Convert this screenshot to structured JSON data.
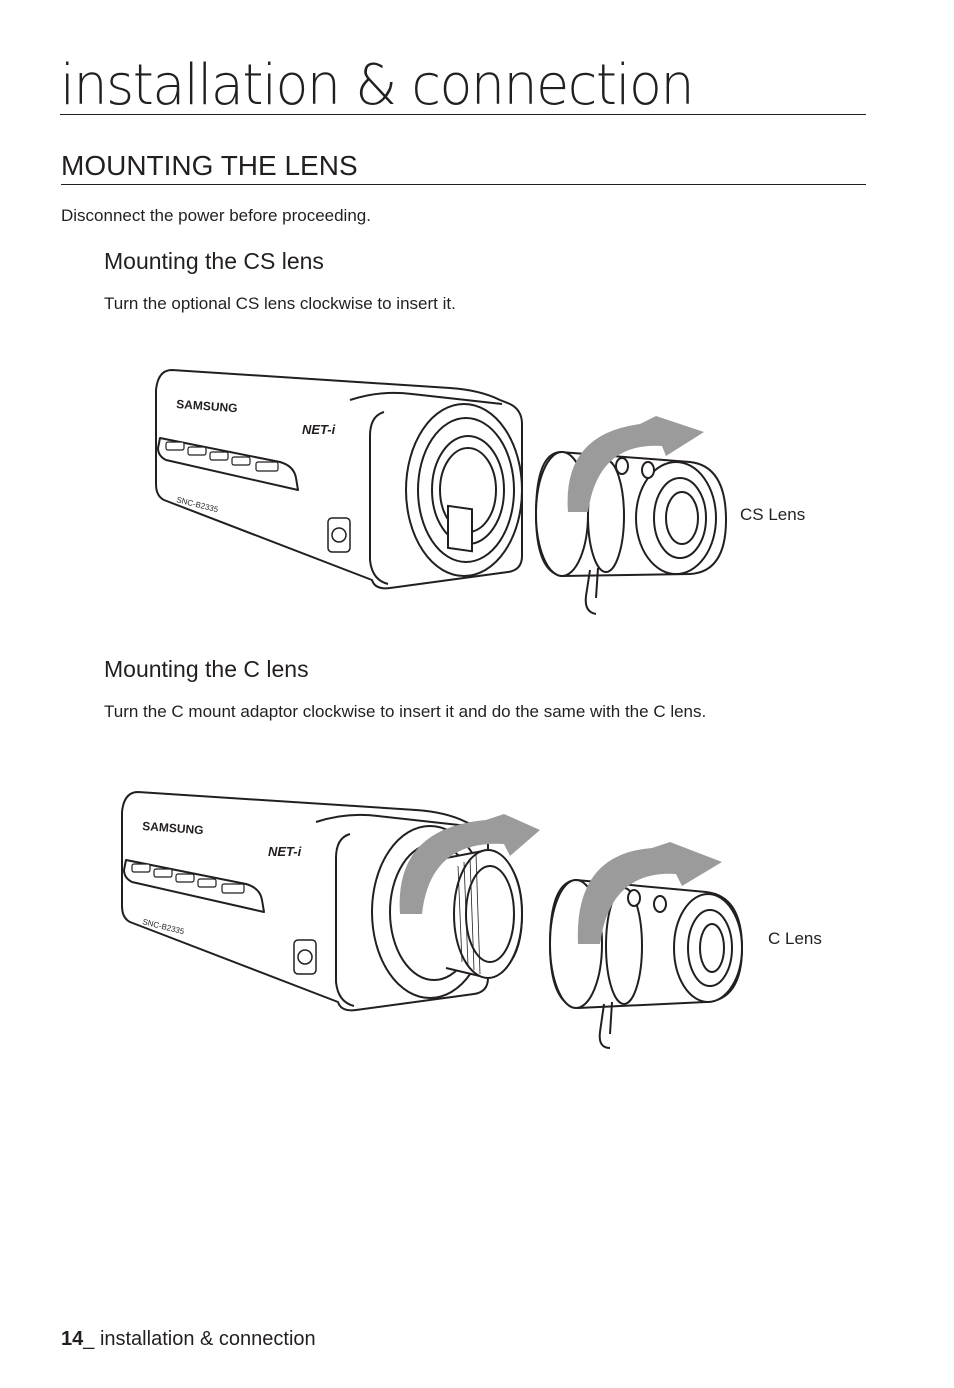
{
  "header": {
    "chapter_title": "installation & connection"
  },
  "section": {
    "title": "MOUNTING THE LENS",
    "intro": "Disconnect the power before proceeding."
  },
  "cs_lens": {
    "heading": "Mounting the CS lens",
    "instruction": "Turn the optional CS lens clockwise to insert it.",
    "figure_label": "CS Lens",
    "camera_brand": "SAMSUNG",
    "camera_logo": "NET-i",
    "camera_model": "SNC-B2335"
  },
  "c_lens": {
    "heading": "Mounting the C lens",
    "instruction": "Turn the C mount adaptor clockwise to insert it and do the same with the C lens.",
    "figure_label": "C Lens",
    "camera_brand": "SAMSUNG",
    "camera_logo": "NET-i",
    "camera_model": "SNC-B2335"
  },
  "footer": {
    "page_number": "14",
    "separator": "_ ",
    "chapter": "installation & connection"
  },
  "colors": {
    "text": "#231f20",
    "arrow": "#9b9b9b",
    "line": "#231f20"
  }
}
